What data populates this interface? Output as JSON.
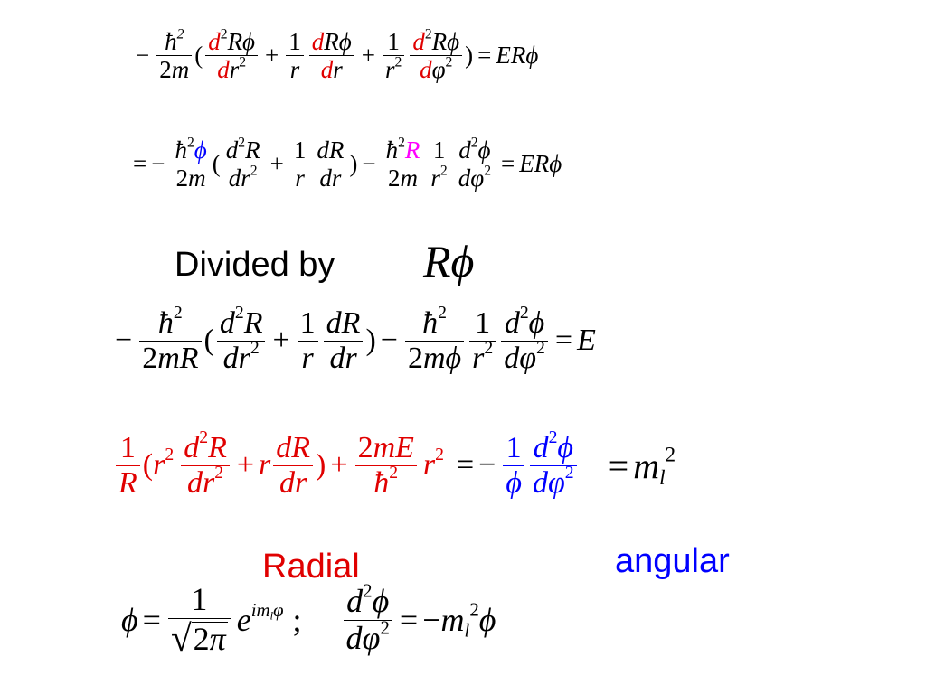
{
  "labels": {
    "divided_by": "Divided by",
    "radial": "Radial",
    "angular": "angular"
  },
  "symbols": {
    "hbar": "ħ",
    "phi": "ϕ",
    "varphi": "φ",
    "pi": "π",
    "sqrt": "√"
  },
  "colors": {
    "red": "#e00000",
    "blue": "#0000ff",
    "magenta": "#ff00ff"
  }
}
